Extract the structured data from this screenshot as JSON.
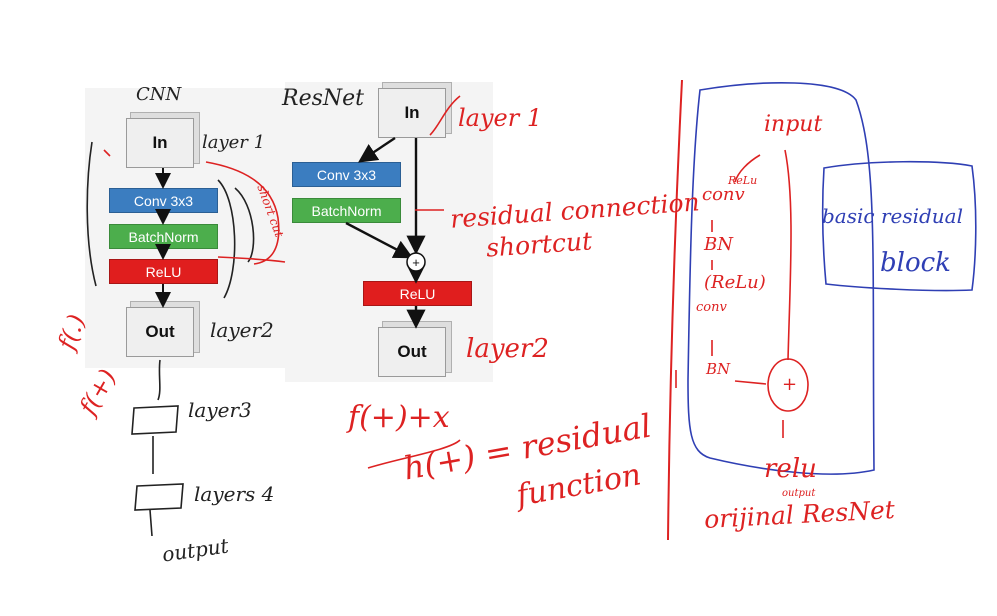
{
  "cnn": {
    "handwritten_title": "CNN",
    "blocks": {
      "in": "In",
      "conv": "Conv 3x3",
      "bn": "BatchNorm",
      "relu": "ReLU",
      "out": "Out"
    },
    "notes": {
      "layer1": "layer 1",
      "layer2": "layer2",
      "layer3": "layer3",
      "layer4": "layers 4",
      "output": "output",
      "short_cut": "short cut",
      "f_top": "f(.)",
      "f_bottom": "f(+)"
    }
  },
  "resnet": {
    "handwritten_title": "ResNet",
    "blocks": {
      "in": "In",
      "conv": "Conv 3x3",
      "bn": "BatchNorm",
      "relu": "ReLU",
      "out": "Out",
      "add": "+"
    },
    "notes": {
      "layer1": "layer 1",
      "layer2": "layer2",
      "residual_connection": "residual connection",
      "shortcut": "shortcut",
      "formula_top": "f(+)+x",
      "formula_bottom": "h(+) = residual",
      "formula_bottom2": "function"
    }
  },
  "sketch": {
    "input": "input",
    "relu_small": "ReLu",
    "conv1": "conv",
    "bn1": "BN",
    "relu_paren": "(ReLu)",
    "conv2": "conv",
    "bn2": "BN",
    "plus": "+",
    "relu_out": "relu",
    "output_small": "output",
    "caption": "orijinal ResNet",
    "basic_line1": "basic residual",
    "basic_line2": "block"
  },
  "colors": {
    "conv": "#3b7dc0",
    "batchnorm": "#4cae4c",
    "relu": "#e01e1e",
    "ink_red": "#dd2222",
    "ink_blue": "#2f3fb4",
    "ink_black": "#222222"
  }
}
